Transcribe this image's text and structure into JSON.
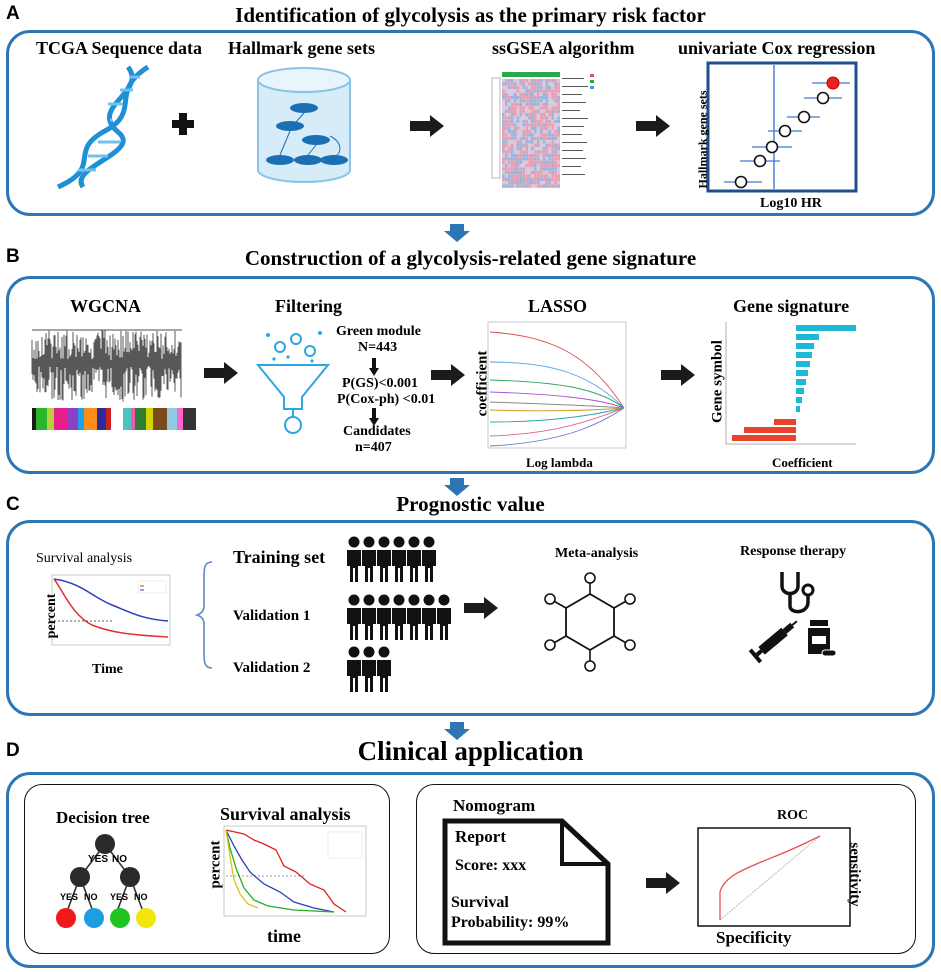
{
  "colors": {
    "frame": "#2e75b6",
    "arrow_blue": "#2e75b6",
    "teal": "#1cb8d6",
    "red": "#e8442c",
    "dark": "#222222"
  },
  "panelA": {
    "letter": "A",
    "title": "Identification of glycolysis as the primary risk factor",
    "tcga": "TCGA Sequence data",
    "hallmark": "Hallmark gene sets",
    "ssgsea": "ssGSEA  algorithm",
    "cox": "univariate Cox regression",
    "cox_ylabel": "Hallmark gene sets",
    "cox_xlabel": "Log10  HR"
  },
  "panelB": {
    "letter": "B",
    "title": "Construction of a glycolysis-related gene signature",
    "wgcna": "WGCNA",
    "filtering": "Filtering",
    "steps": [
      "Green module",
      "N=443",
      "P(GS)<0.001",
      "P(Cox-ph) <0.01",
      "Candidates",
      "n=407"
    ],
    "lasso": "LASSO",
    "lasso_ylabel": "coefficient",
    "lasso_xlabel": "Log lambda",
    "signature": "Gene signature",
    "sig_ylabel": "Gene symbol",
    "sig_xlabel": "Coefficient"
  },
  "panelC": {
    "letter": "C",
    "title": "Prognostic value",
    "survival": "Survival analysis",
    "ylabel": "percent",
    "xlabel": "Time",
    "training": "Training set",
    "val1": "Validation 1",
    "val2": "Validation 2",
    "meta": "Meta-analysis",
    "response": "Response therapy"
  },
  "panelD": {
    "letter": "D",
    "title": "Clinical application",
    "tree": "Decision tree",
    "yes": "YES",
    "no": "NO",
    "survival": "Survival analysis",
    "ylabel": "percent",
    "xlabel": "time",
    "nomogram": "Nomogram",
    "report": "Report",
    "score": "Score: xxx",
    "surv_line1": "Survival",
    "surv_line2": "Probability:  99%",
    "roc": "ROC",
    "roc_ylabel": "sensitivity",
    "roc_xlabel": "Specificity"
  }
}
